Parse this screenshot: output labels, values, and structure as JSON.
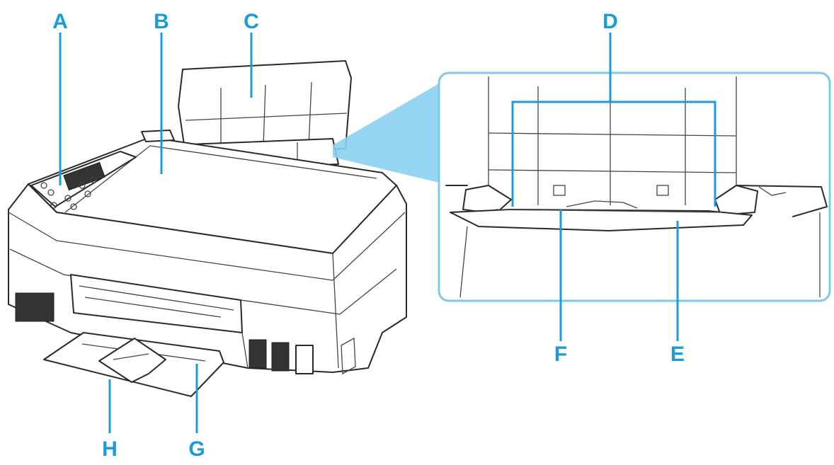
{
  "callouts": {
    "A": "A",
    "B": "B",
    "C": "C",
    "D": "D",
    "E": "E",
    "F": "F",
    "G": "G",
    "H": "H"
  },
  "colors": {
    "callout": "#1a9cd8",
    "zoom_frame": "#7fc8ec",
    "line_art": "#2a2a2a"
  }
}
